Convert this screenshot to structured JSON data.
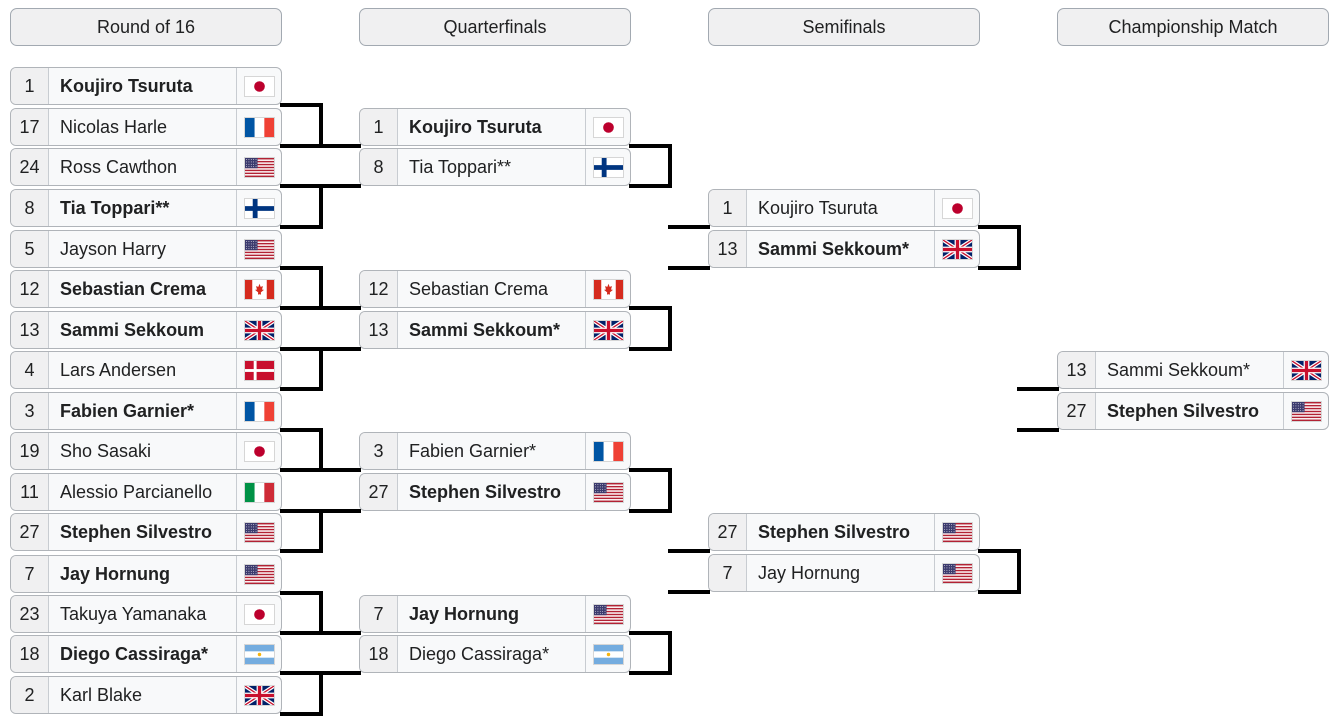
{
  "rounds": [
    {
      "name": "Round of 16",
      "matches": [
        [
          {
            "seed": "1",
            "name": "Koujiro Tsuruta",
            "flag": "jpn-flag",
            "win": true
          },
          {
            "seed": "17",
            "name": "Nicolas Harle",
            "flag": "fra-flag",
            "win": false
          }
        ],
        [
          {
            "seed": "24",
            "name": "Ross Cawthon",
            "flag": "usa-flag",
            "win": false
          },
          {
            "seed": "8",
            "name": "Tia Toppari**",
            "flag": "fin-flag",
            "win": true
          }
        ],
        [
          {
            "seed": "5",
            "name": "Jayson Harry",
            "flag": "usa-flag",
            "win": false
          },
          {
            "seed": "12",
            "name": "Sebastian Crema",
            "flag": "can-flag",
            "win": true
          }
        ],
        [
          {
            "seed": "13",
            "name": "Sammi Sekkoum",
            "flag": "gbr-flag",
            "win": true
          },
          {
            "seed": "4",
            "name": "Lars Andersen",
            "flag": "den-flag",
            "win": false
          }
        ],
        [
          {
            "seed": "3",
            "name": "Fabien Garnier*",
            "flag": "fra-flag",
            "win": true
          },
          {
            "seed": "19",
            "name": "Sho Sasaki",
            "flag": "jpn-flag",
            "win": false
          }
        ],
        [
          {
            "seed": "11",
            "name": "Alessio Parcianello",
            "flag": "ita-flag",
            "win": false
          },
          {
            "seed": "27",
            "name": "Stephen Silvestro",
            "flag": "usa-flag",
            "win": true
          }
        ],
        [
          {
            "seed": "7",
            "name": "Jay Hornung",
            "flag": "usa-flag",
            "win": true
          },
          {
            "seed": "23",
            "name": "Takuya Yamanaka",
            "flag": "jpn-flag",
            "win": false
          }
        ],
        [
          {
            "seed": "18",
            "name": "Diego Cassiraga*",
            "flag": "arg-flag",
            "win": true
          },
          {
            "seed": "2",
            "name": "Karl Blake",
            "flag": "gbr-flag",
            "win": false
          }
        ]
      ]
    },
    {
      "name": "Quarterfinals",
      "matches": [
        [
          {
            "seed": "1",
            "name": "Koujiro Tsuruta",
            "flag": "jpn-flag",
            "win": true
          },
          {
            "seed": "8",
            "name": "Tia Toppari**",
            "flag": "fin-flag",
            "win": false
          }
        ],
        [
          {
            "seed": "12",
            "name": "Sebastian Crema",
            "flag": "can-flag",
            "win": false
          },
          {
            "seed": "13",
            "name": "Sammi Sekkoum*",
            "flag": "gbr-flag",
            "win": true
          }
        ],
        [
          {
            "seed": "3",
            "name": "Fabien Garnier*",
            "flag": "fra-flag",
            "win": false
          },
          {
            "seed": "27",
            "name": "Stephen Silvestro",
            "flag": "usa-flag",
            "win": true
          }
        ],
        [
          {
            "seed": "7",
            "name": "Jay Hornung",
            "flag": "usa-flag",
            "win": true
          },
          {
            "seed": "18",
            "name": "Diego Cassiraga*",
            "flag": "arg-flag",
            "win": false
          }
        ]
      ]
    },
    {
      "name": "Semifinals",
      "matches": [
        [
          {
            "seed": "1",
            "name": "Koujiro Tsuruta",
            "flag": "jpn-flag",
            "win": false
          },
          {
            "seed": "13",
            "name": "Sammi Sekkoum*",
            "flag": "gbr-flag",
            "win": true
          }
        ],
        [
          {
            "seed": "27",
            "name": "Stephen Silvestro",
            "flag": "usa-flag",
            "win": true
          },
          {
            "seed": "7",
            "name": "Jay Hornung",
            "flag": "usa-flag",
            "win": false
          }
        ]
      ]
    },
    {
      "name": "Championship Match",
      "matches": [
        [
          {
            "seed": "13",
            "name": "Sammi Sekkoum*",
            "flag": "gbr-flag",
            "win": false
          },
          {
            "seed": "27",
            "name": "Stephen Silvestro",
            "flag": "usa-flag",
            "win": true
          }
        ]
      ]
    }
  ],
  "colors": {
    "header_bg": "#f0f0f1",
    "entry_bg": "#f8f9fa",
    "border": "#a2a9b1",
    "connector": "#000000"
  }
}
